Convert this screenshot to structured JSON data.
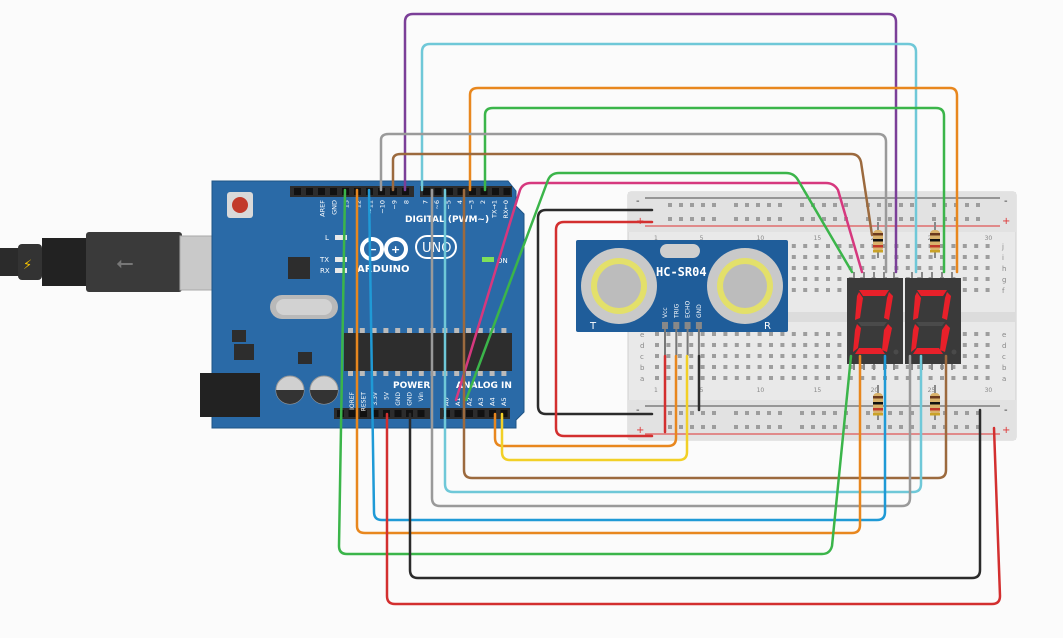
{
  "arduino": {
    "brand": "ARDUINO",
    "model": "UNO",
    "digital_header": "DIGITAL (PWM~)",
    "power_header": "POWER",
    "analog_header": "ANALOG IN",
    "led_l": "L",
    "led_tx": "TX",
    "led_rx": "RX",
    "led_on": "ON",
    "digital_pins": [
      "AREF",
      "GND",
      "13",
      "12",
      "~11",
      "~10",
      "~9",
      "8",
      "7",
      "~6",
      "~5",
      "4",
      "~3",
      "2",
      "TX→1",
      "RX←0"
    ],
    "power_pins": [
      "IOREF",
      "RESET",
      "3.3V",
      "5V",
      "GND",
      "GND",
      "Vin"
    ],
    "analog_pins": [
      "A0",
      "A1",
      "A2",
      "A3",
      "A4",
      "A5"
    ]
  },
  "sensor": {
    "label": "HC-SR04",
    "pins": [
      "Vcc",
      "TRIG",
      "ECHO",
      "GND"
    ],
    "left_mark": "T",
    "right_mark": "R"
  },
  "breadboard": {
    "rail_minus": "-",
    "rail_plus": "+",
    "rows_top": [
      "j",
      "i",
      "h",
      "g",
      "f"
    ],
    "rows_bottom": [
      "e",
      "d",
      "c",
      "b",
      "a"
    ],
    "column_numbers": [
      "1",
      "5",
      "10",
      "15",
      "20",
      "25",
      "30"
    ]
  },
  "display": {
    "digits": [
      "0",
      "0"
    ]
  },
  "colors": {
    "board": "#2a6aa7",
    "purple": "#7b3f98",
    "cyan": "#6fc8d8",
    "orange": "#e8871e",
    "green": "#3bb54a",
    "gray": "#9a9a9a",
    "brown": "#9c6a3e",
    "magenta": "#d6387e",
    "black": "#2b2b2b",
    "red": "#d32f2f",
    "yellow": "#f2d027",
    "blue": "#1f9ad6",
    "segment_on": "#e8202a"
  }
}
